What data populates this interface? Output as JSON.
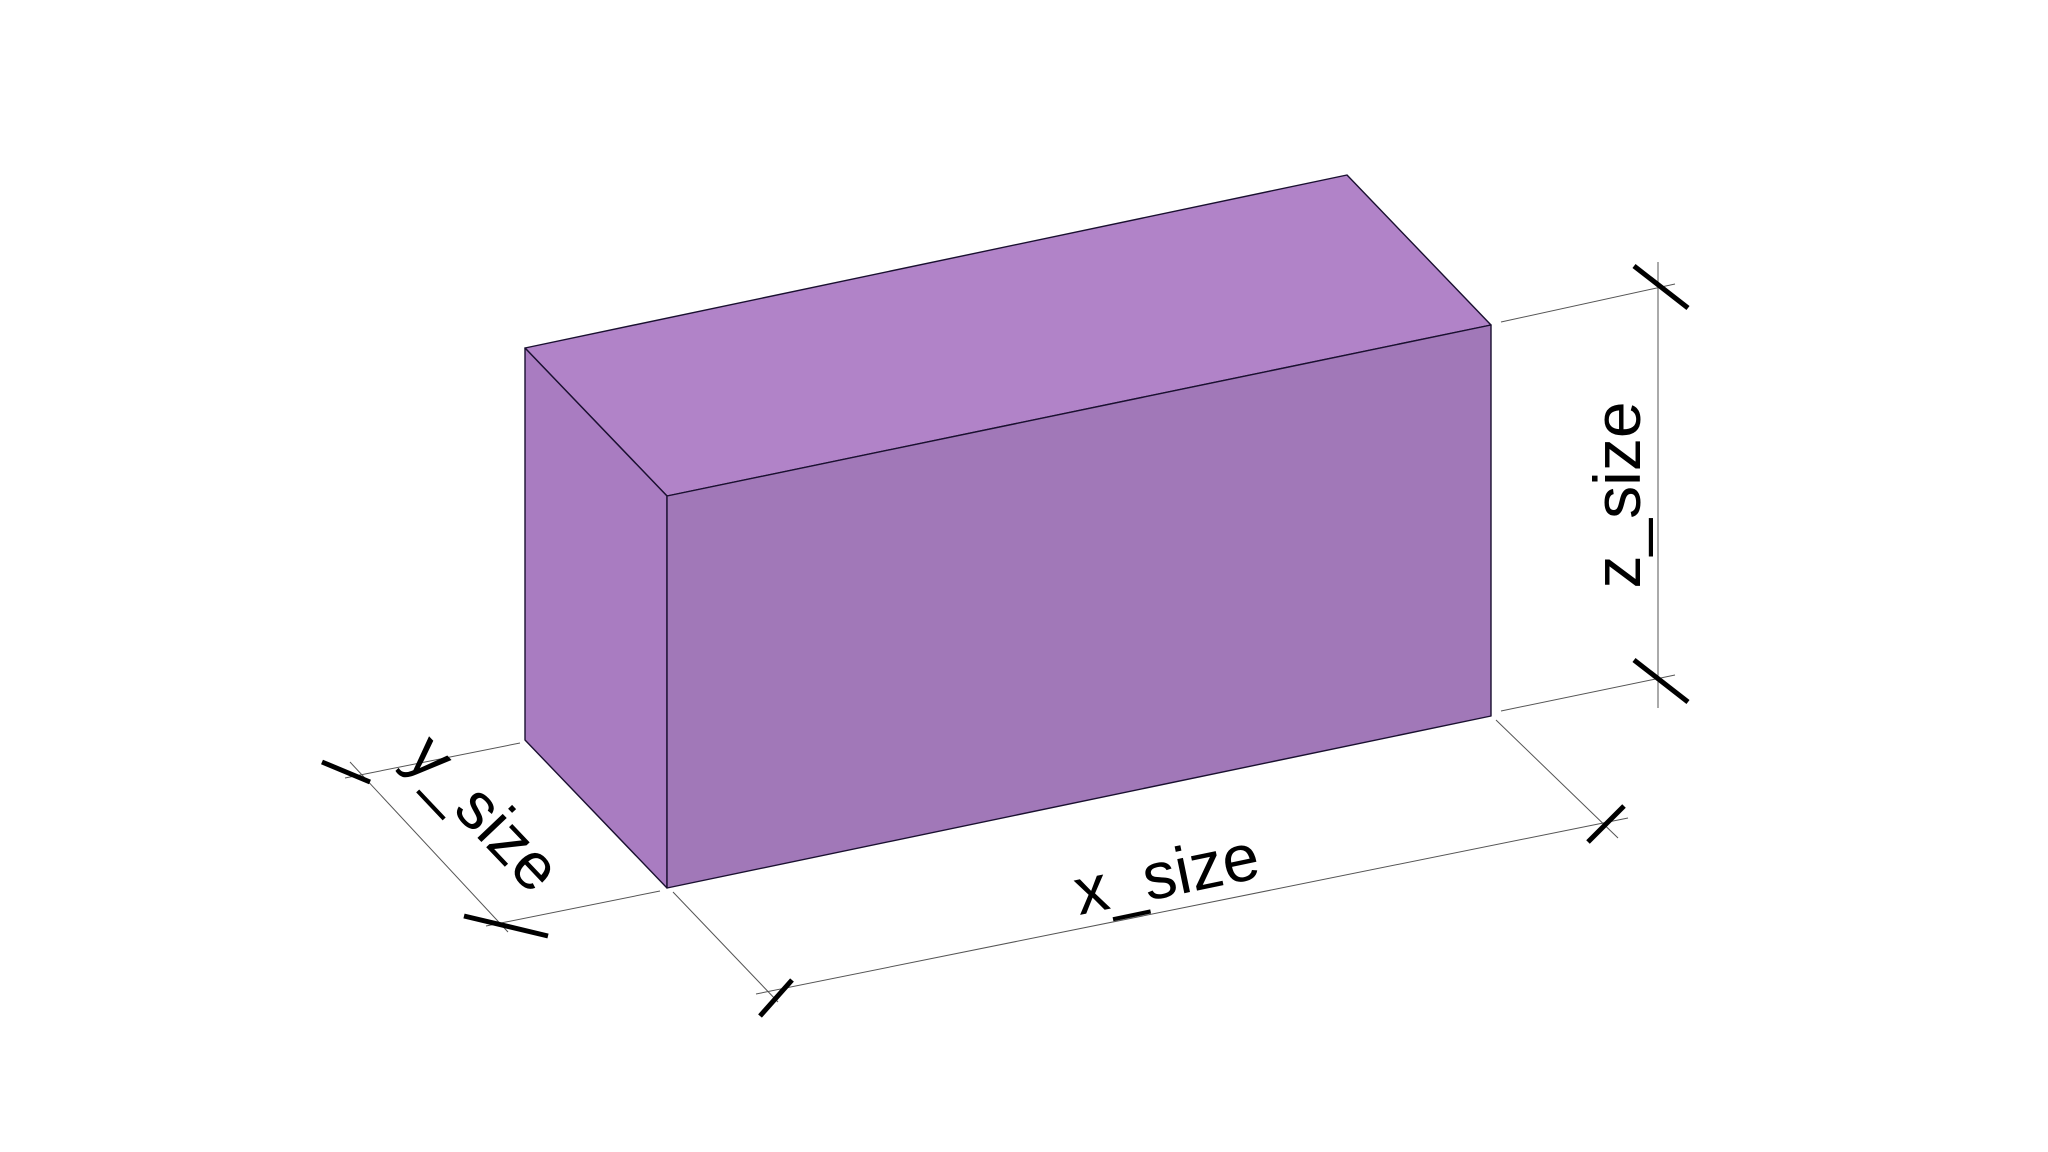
{
  "diagram": {
    "shape": "rectangular box (cuboid)",
    "colors": {
      "top_face": "#B183C8",
      "front_face": "#A178B8",
      "side_face": "#A97CC1",
      "edge": "#1a1030",
      "dimension_lines": "#555555",
      "ticks": "#000000"
    },
    "dimensions": {
      "x_label": "x_size",
      "y_label": "y_size",
      "z_label": "z_size"
    }
  }
}
